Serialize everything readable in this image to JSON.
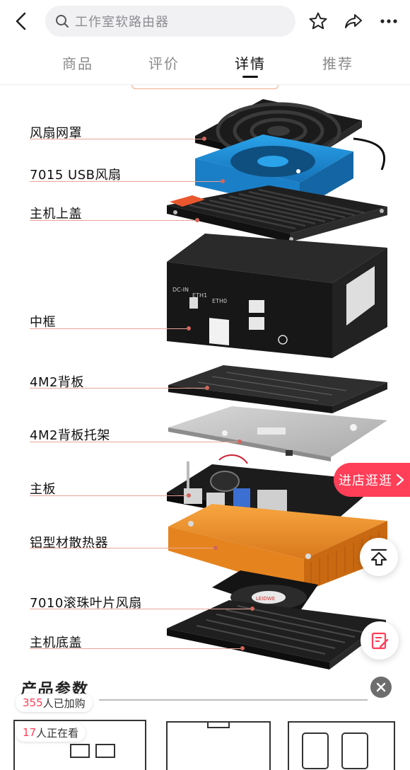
{
  "header": {
    "back_icon": "chevron-left-icon",
    "search_icon": "search-icon",
    "search_text": "工作室软路由器",
    "favorite_icon": "star-outline-icon",
    "share_icon": "share-arrow-icon",
    "more_icon": "more-dots-icon"
  },
  "tabs": [
    {
      "label": "商品",
      "active": false
    },
    {
      "label": "评价",
      "active": false
    },
    {
      "label": "详情",
      "active": true
    },
    {
      "label": "推荐",
      "active": false
    }
  ],
  "exploded_view": {
    "labels": [
      "风扇网罩",
      "7015 USB风扇",
      "主机上盖",
      "中框",
      "4M2背板",
      "4M2背板托架",
      "主板",
      "铝型材散热器",
      "7010滚珠叶片风扇",
      "主机底盖"
    ],
    "printed_marks": {
      "fan_sticker": "LEIDWE",
      "port_labels": [
        "DC-IN",
        "ETH1",
        "ETH0"
      ]
    }
  },
  "floating": {
    "store_button": "进店逛逛",
    "store_chevron_icon": "chevron-right-icon",
    "back_to_top_icon": "back-to-top-icon",
    "feedback_icon": "edit-note-icon",
    "close_icon": "close-icon"
  },
  "social_proof": {
    "purchased_count": "355",
    "purchased_text": "人已加购",
    "viewing_count": "17",
    "viewing_text": "人正在看"
  },
  "section": {
    "title": "产品参数"
  },
  "colors": {
    "accent_red": "#ff3e57",
    "fan_blue": "#1e8fd6",
    "heatsink_orange": "#f0922b",
    "case_black": "#1c1c1c",
    "leader_line": "#e8a497"
  }
}
